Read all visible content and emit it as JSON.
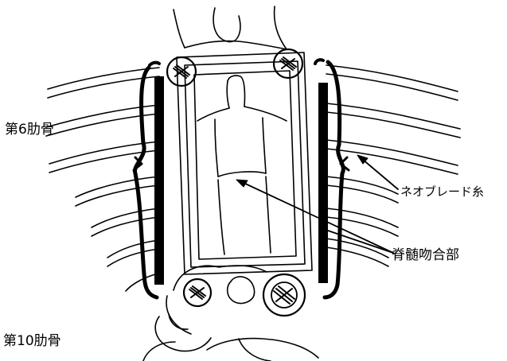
{
  "labels": {
    "rib6": "第6肋骨",
    "rib10": "第10肋骨",
    "suture": "ネオブレード糸",
    "anastomosis": "脊髄吻合部"
  },
  "colors": {
    "line": "#000000",
    "background": "#ffffff"
  }
}
